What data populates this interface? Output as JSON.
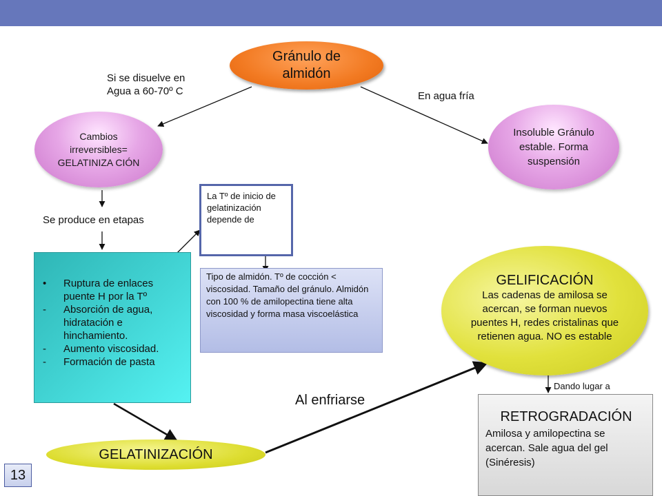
{
  "nodes": {
    "granulo": "Gránulo de almidón",
    "cambios": "Cambios irreversibles= GELATINIZA CIÓN",
    "insoluble": "Insoluble Gránulo estable. Forma suspensión",
    "gelificacion_title": "GELIFICACIÓN",
    "gelificacion_body": "Las cadenas de amilosa se acercan, se forman nuevos puentes H, redes cristalinas que retienen agua. NO es estable",
    "gelatinizacion": "GELATINIZACIÓN",
    "retrogradacion_title": "RETROGRADACIÓN",
    "retrogradacion_body": "Amilosa y amilopectina se acercan. Sale agua del gel (Sinéresis)",
    "temp_box": "La Tº de inicio de gelatinización depende de",
    "factors": "Tipo de almidón. Tº de cocción < viscosidad. Tamaño del gránulo. Almidón con 100 % de amilopectina tiene alta viscosidad y forma masa viscoelástica",
    "steps": [
      {
        "marker": "•",
        "text": "Ruptura de enlaces puente H por la Tº"
      },
      {
        "marker": "-",
        "text": "Absorción de agua, hidratación e hinchamiento."
      },
      {
        "marker": "-",
        "text": "Aumento viscosidad."
      },
      {
        "marker": "-",
        "text": "Formación de pasta"
      }
    ]
  },
  "labels": {
    "disuelve": "Si se disuelve en Agua a 60-70º C",
    "fria": "En agua fría",
    "etapas": "Se produce en etapas",
    "enfriarse": "Al enfriarse",
    "dando": "Dando lugar a"
  },
  "page_number": "13",
  "colors": {
    "top_bar": "#6677bb",
    "orange": "#f27a22",
    "purple": "#e6a6e6",
    "yellow": "#dddd30",
    "teal": "#3fd0d0",
    "border_blue": "#5566aa"
  }
}
